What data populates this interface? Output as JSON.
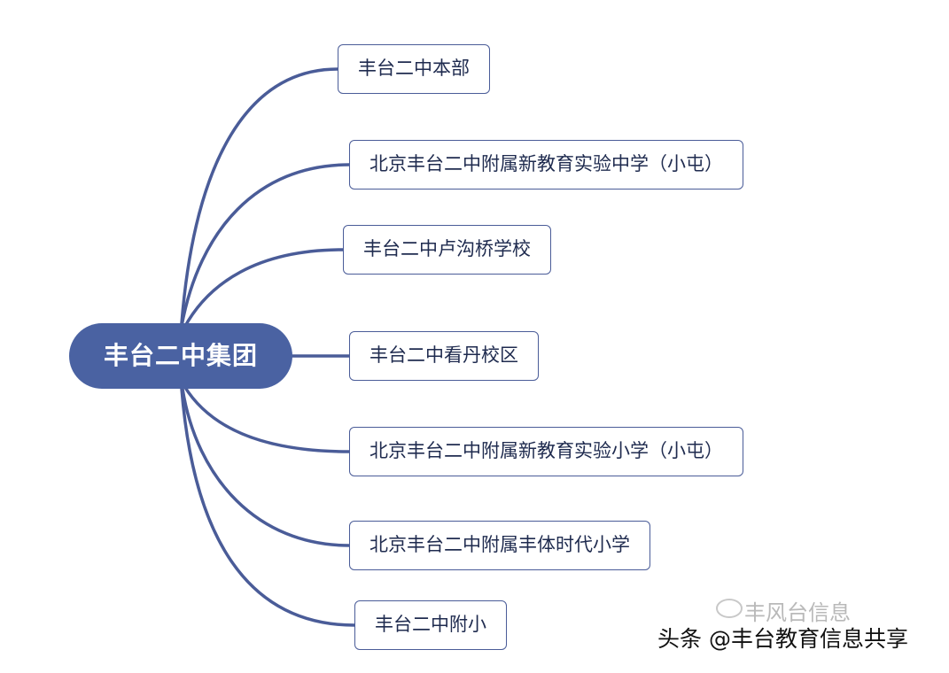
{
  "root": {
    "label": "丰台二中集团"
  },
  "branches": [
    {
      "label": "丰台二中本部"
    },
    {
      "label": "北京丰台二中附属新教育实验中学（小屯）"
    },
    {
      "label": "丰台二中卢沟桥学校"
    },
    {
      "label": "丰台二中看丹校区"
    },
    {
      "label": "北京丰台二中附属新教育实验小学（小屯）"
    },
    {
      "label": "北京丰台二中附属丰体时代小学"
    },
    {
      "label": "丰台二中附小"
    }
  ],
  "watermark": {
    "text": "头条 @丰台教育信息共享",
    "faint_text": "丰风台信息"
  },
  "colors": {
    "root_fill": "#4a62a2",
    "line": "#4a5c98",
    "node_border": "#4a5c98"
  }
}
